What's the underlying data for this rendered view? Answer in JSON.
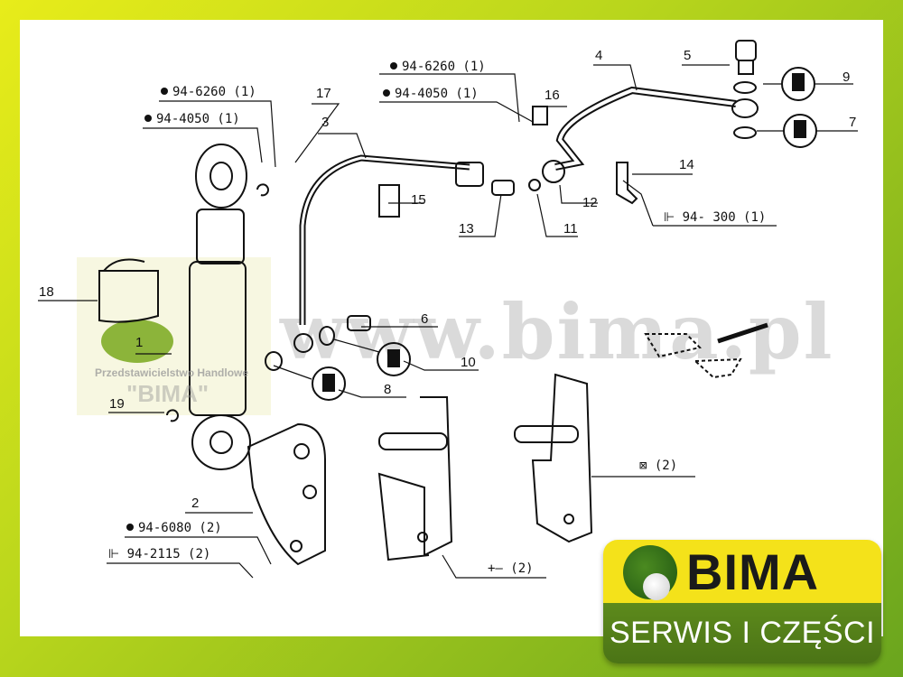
{
  "watermark": {
    "url": "www.bima.pl",
    "line1": "Przedstawicielstwo Handlowe",
    "line2": "\"BIMA\""
  },
  "callouts": {
    "left_6260": "94-6260 (1)",
    "left_4050": "94-4050 (1)",
    "mid_6260": "94-6260 (1)",
    "mid_4050": "94-4050 (1)",
    "p17": "17",
    "p3": "3",
    "p15": "15",
    "p16": "16",
    "p4": "4",
    "p5": "5",
    "p9": "9",
    "p7": "7",
    "p14": "14",
    "p12": "12",
    "p13": "13",
    "p11": "11",
    "screw_300": "94- 300 (1)",
    "p18": "18",
    "p1": "1",
    "p19": "19",
    "p6": "6",
    "p10": "10",
    "p8": "8",
    "p2": "2",
    "nut_6080": "94-6080 (2)",
    "bolt_2115": "94-2115 (2)",
    "pin_qty": "(2)",
    "square_qty": "(2)"
  },
  "logo": {
    "name": "BIMA",
    "tagline": "SERWIS I CZĘŚCI",
    "colors": {
      "yellow": "#f4e21a",
      "green": "#5d8a1c"
    }
  }
}
